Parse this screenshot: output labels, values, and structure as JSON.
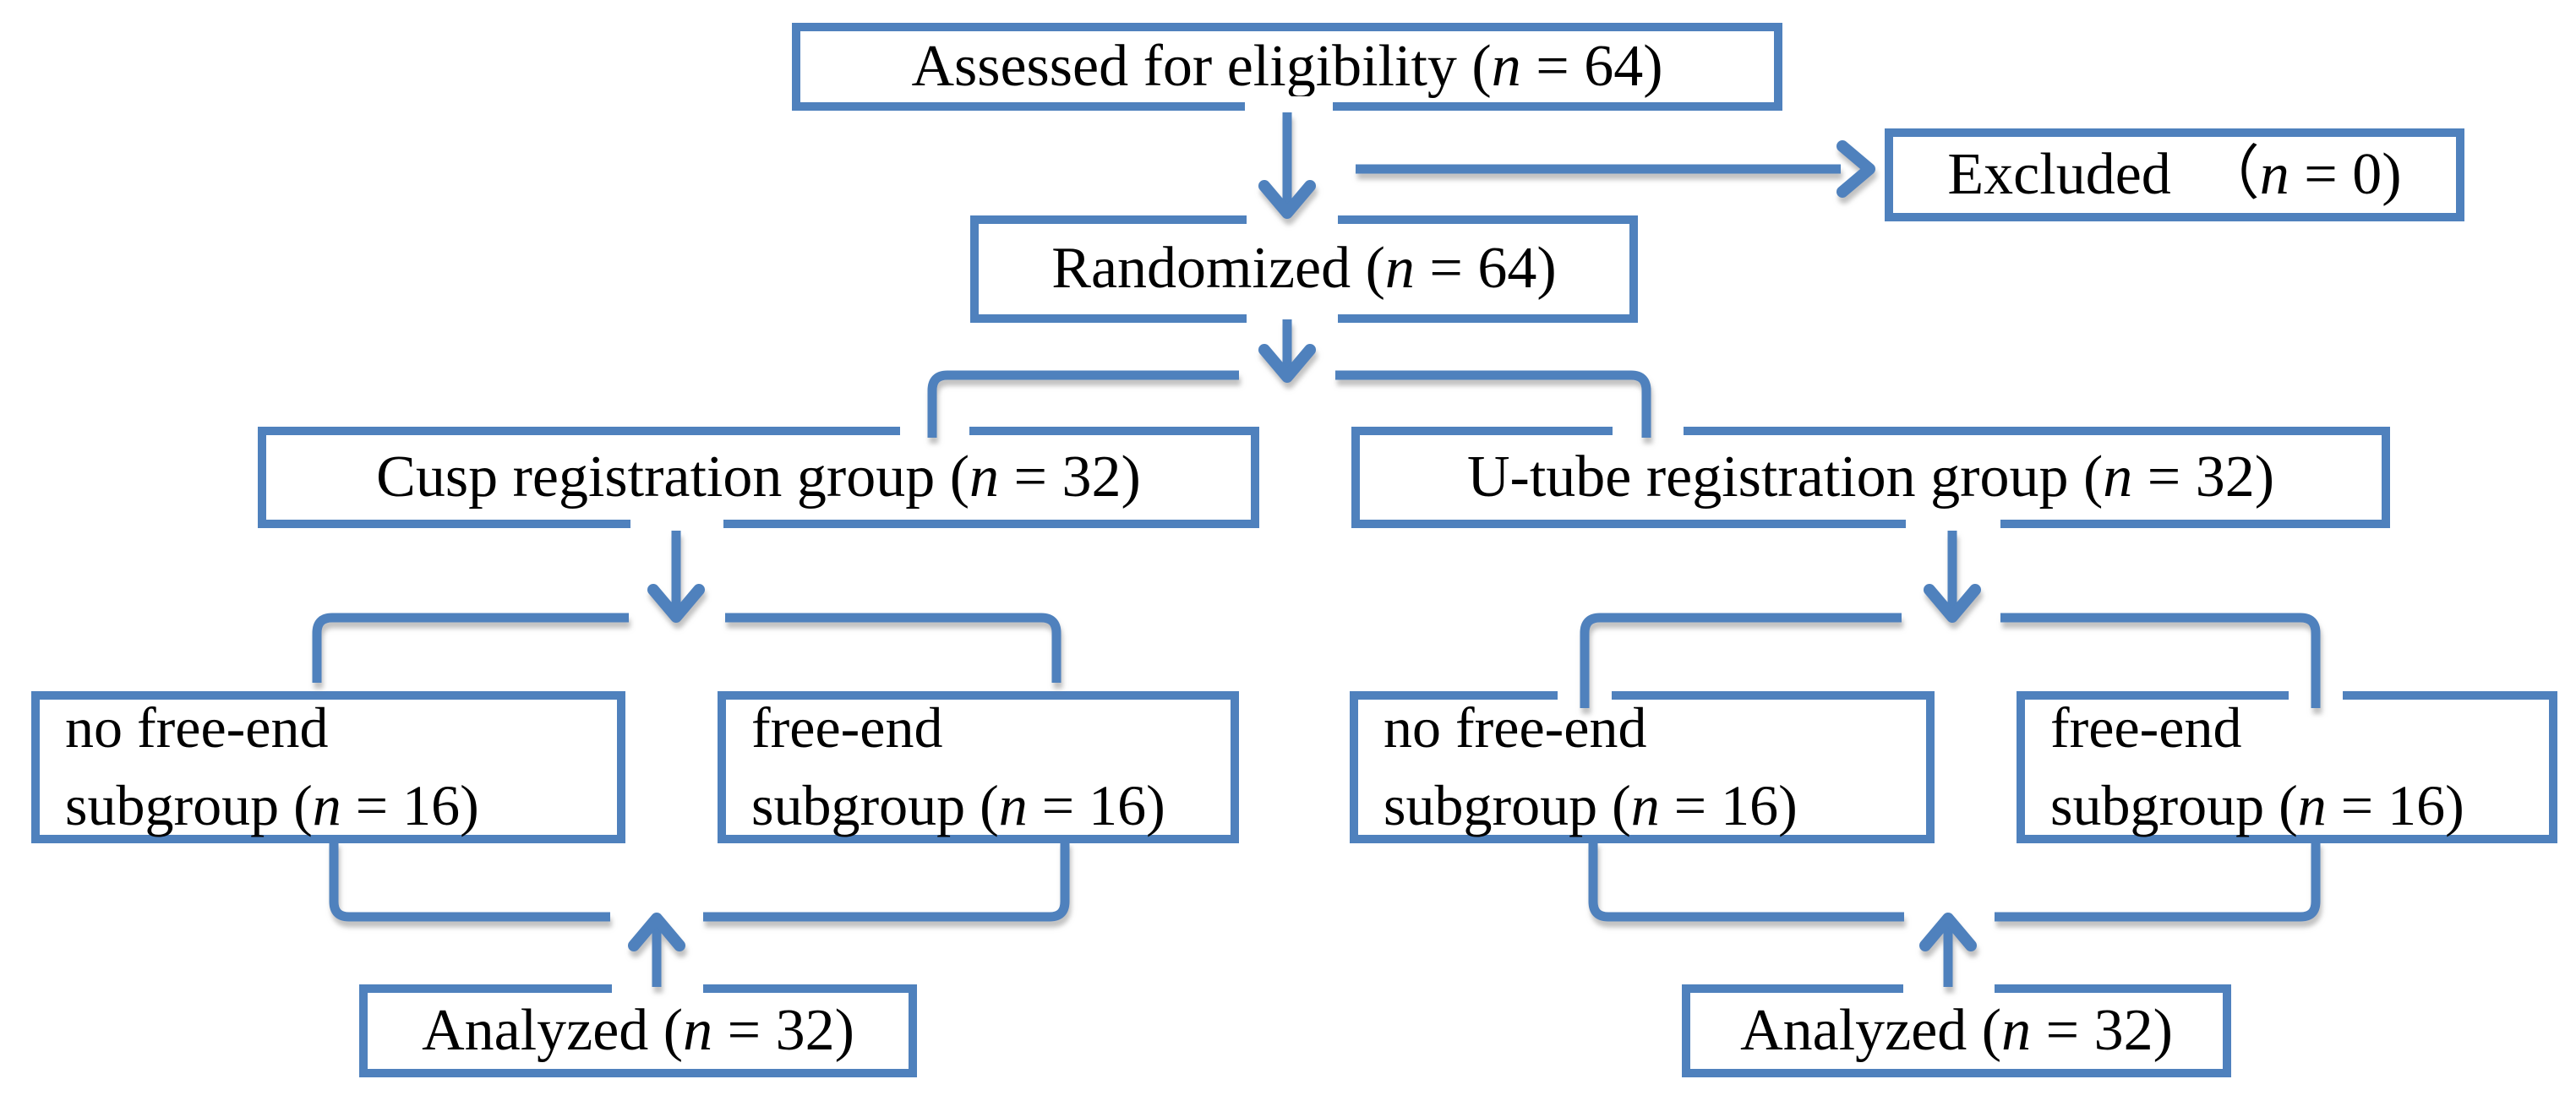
{
  "figure": {
    "type": "consort-flow-diagram",
    "boxes": {
      "assessed": {
        "label": "Assessed for eligibility (n = 64)"
      },
      "excluded": {
        "label": "Excluded　（n = 0)"
      },
      "randomized": {
        "label": "Randomized (n = 64)"
      },
      "cusp_group": {
        "label": "Cusp registration group (n = 32)"
      },
      "utube_group": {
        "label": "U-tube registration group (n = 32)"
      },
      "cusp_no_free_end": {
        "label": "no free-end\nsubgroup (n = 16)"
      },
      "cusp_free_end": {
        "label": "free-end\nsubgroup (n = 16)"
      },
      "utube_no_free_end": {
        "label": "no free-end\nsubgroup (n = 16)"
      },
      "utube_free_end": {
        "label": "free-end\nsubgroup (n = 16)"
      },
      "analyzed_cusp": {
        "label": "Analyzed (n = 32)"
      },
      "analyzed_utube": {
        "label": "Analyzed (n = 32)"
      }
    },
    "colors": {
      "line": "#4f81bd",
      "border": "#4f81bd",
      "text": "#000000",
      "background": "#ffffff"
    }
  }
}
